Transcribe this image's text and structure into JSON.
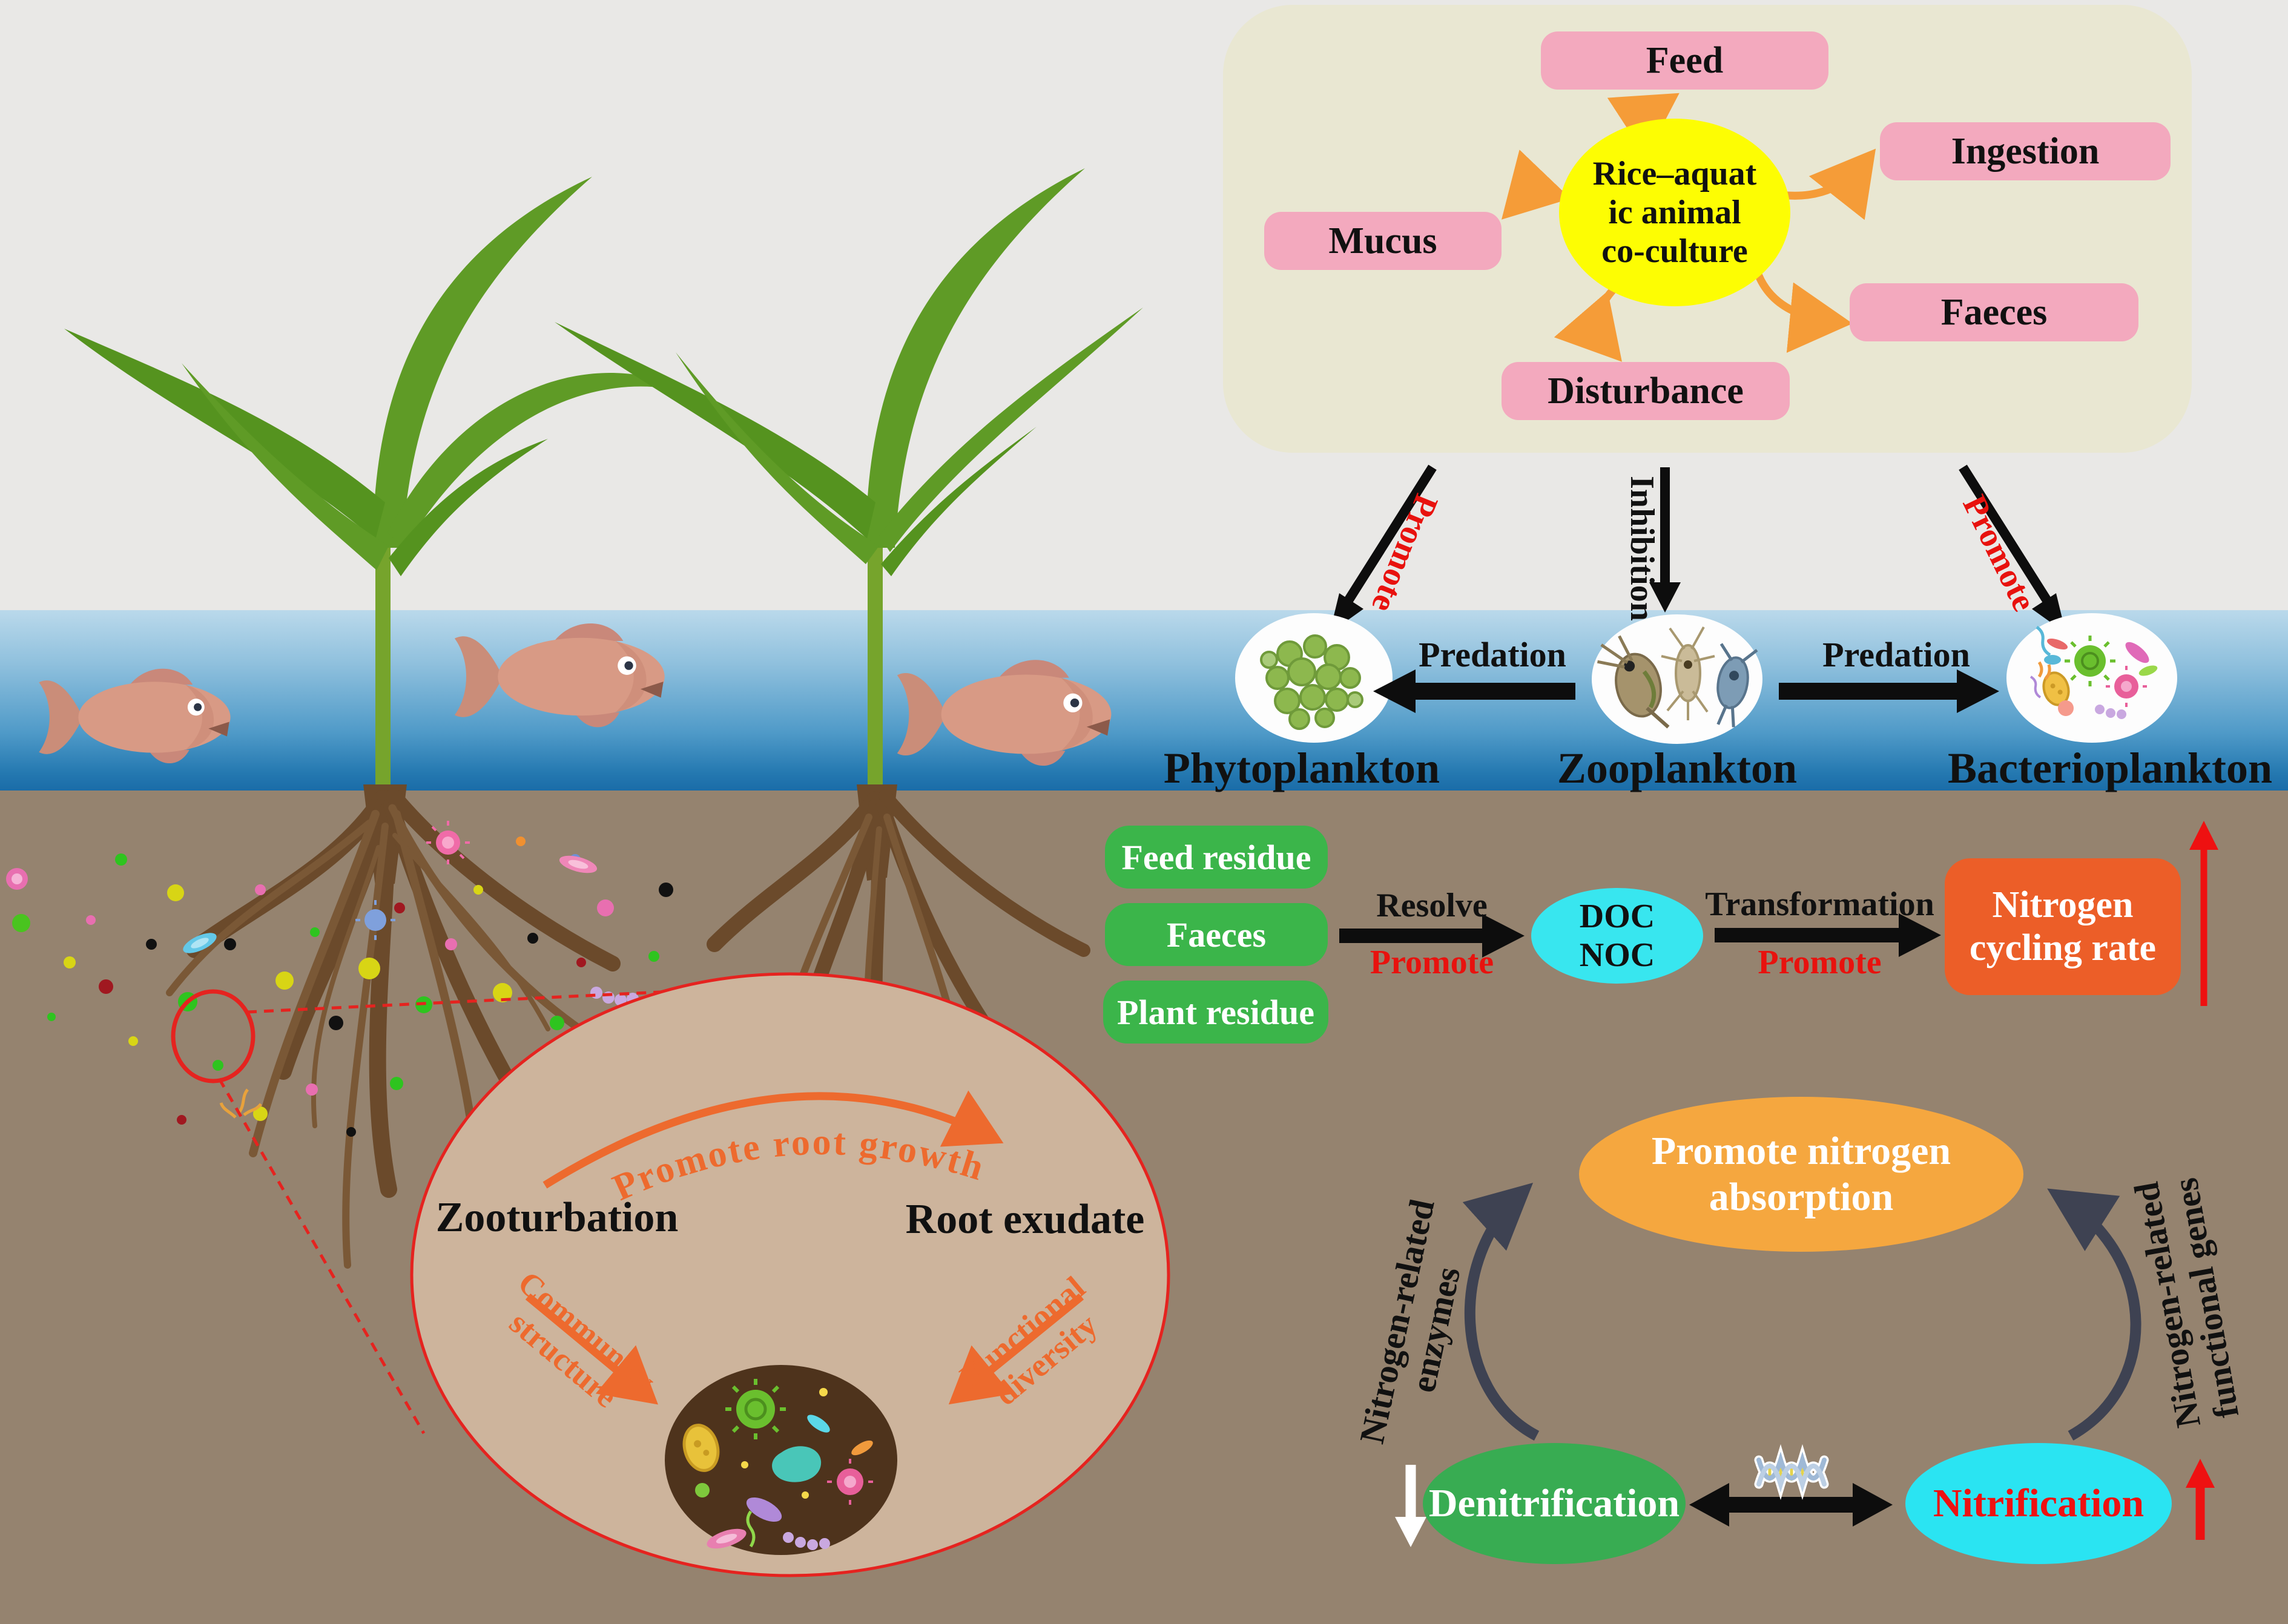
{
  "colors": {
    "sky": "#e9e8e6",
    "water_top": "#bad9eb",
    "water_bottom": "#1a6ca8",
    "soil": "#95836f",
    "panel_beige": "#e9e7d2",
    "node_pink": "#f3a9be",
    "hub_yellow": "#fdfd03",
    "arrow_orange": "#f59c38",
    "accent_red": "#e8120e",
    "residue_green": "#3bb54a",
    "doc_cyan": "#38e6ef",
    "nitrogen_orange_box": "#ec5e28",
    "absorption_orange": "#f5a73f",
    "denitrification_green": "#38ac52",
    "nitrification_cyan": "#2ae4f2",
    "magnifier_tan": "#cdb49c",
    "magnifier_border_red": "#e5231f",
    "circle_arrow_orange": "#ed6a2e",
    "cycle_arrow_slate": "#3e4252",
    "fish_salmon": "#d89a85",
    "leaf_green": "#5f9b26",
    "root_brown": "#6b4a2b"
  },
  "coculture": {
    "center_lines": [
      "Rice–aquat",
      "ic animal",
      "co-culture"
    ],
    "nodes": {
      "feed": "Feed",
      "ingestion": "Ingestion",
      "mucus": "Mucus",
      "faeces": "Faeces",
      "disturbance": "Disturbance"
    }
  },
  "effects": {
    "left": "Promote",
    "middle": "Inhibition",
    "right": "Promote"
  },
  "plankton": {
    "predation_left": "Predation",
    "predation_right": "Predation",
    "phytoplankton": "Phytoplankton",
    "zooplankton": "Zooplankton",
    "bacterioplankton": "Bacterioplankton"
  },
  "residue_flow": {
    "feed_residue": "Feed residue",
    "faeces": "Faeces",
    "plant_residue": "Plant residue",
    "resolve": "Resolve",
    "promote1": "Promote",
    "doc_lines": [
      "DOC",
      "NOC"
    ],
    "transformation": "Transformation",
    "promote2": "Promote",
    "nitrogen_lines": [
      "Nitrogen",
      "cycling rate"
    ]
  },
  "magnified": {
    "arc_label": "Promote root growth",
    "zooturbation": "Zooturbation",
    "root_exudate": "Root exudate",
    "community_lines": [
      "Community",
      "structure"
    ],
    "functional_lines": [
      "Functional",
      "diversity"
    ]
  },
  "cycle": {
    "absorption_lines": [
      "Promote nitrogen",
      "absorption"
    ],
    "denitrification": "Denitrification",
    "nitrification": "Nitrification",
    "enzymes_lines": [
      "Nitrogen-related",
      "enzymes"
    ],
    "genes_lines": [
      "Nitrogen-related",
      "functional genes"
    ]
  },
  "icons": {
    "rice_plant": "rice-plant-icon",
    "fish": "fish-icon",
    "root_system": "root-system-icon",
    "microbes": "microbe-icons",
    "phytoplankton_cells": "algae-cells-icon",
    "zooplankton_animals": "copepod-icons",
    "bacterioplankton_cells": "bacteria-icons",
    "dna": "dna-helix-icon",
    "magnifier_circle": "zoom-circle-icon"
  }
}
